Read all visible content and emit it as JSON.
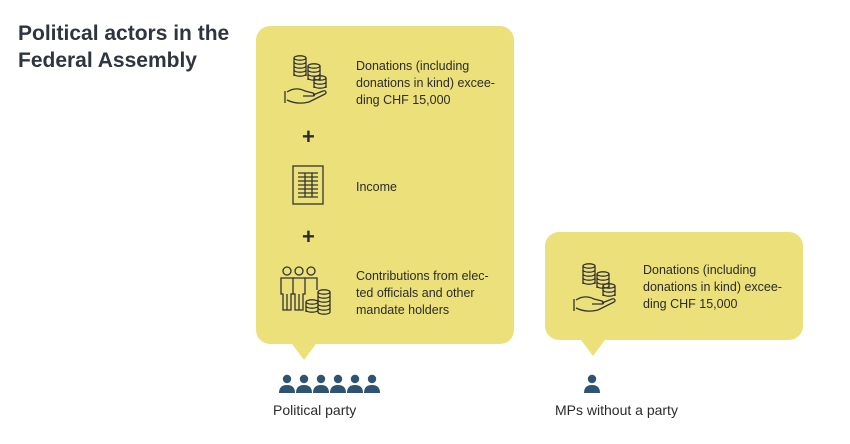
{
  "title": "Political actors in the Federal Assembly",
  "party_card": {
    "donations": {
      "icon": "coins-in-hand-icon",
      "lines": [
        "Donations (including",
        "donations in kind) excee-",
        "ding CHF 15,000"
      ]
    },
    "plus_1": "+",
    "income": {
      "icon": "document-icon",
      "lines": [
        "Income"
      ]
    },
    "plus_2": "+",
    "contributions": {
      "icon": "people-with-coins-icon",
      "lines": [
        "Contributions from elec-",
        "ted officials and other",
        "mandate holders"
      ]
    }
  },
  "mp_card": {
    "donations": {
      "icon": "coins-in-hand-icon",
      "lines": [
        "Donations (including",
        "donations in kind) excee-",
        "ding CHF 15,000"
      ]
    }
  },
  "labels": {
    "party": "Political party",
    "mp": "MPs without a party"
  },
  "colors": {
    "card": "#ece07a",
    "person": "#2f5373",
    "icon_stroke": "#333333",
    "title": "#2f3540"
  }
}
